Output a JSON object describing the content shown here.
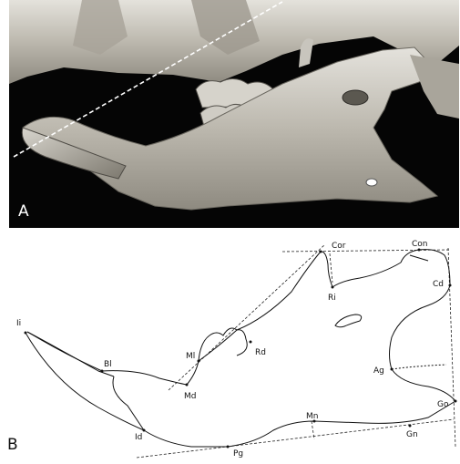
{
  "panels": {
    "a": {
      "letter": "A"
    },
    "b": {
      "letter": "B"
    }
  },
  "landmarks": [
    {
      "id": "ii",
      "label": "Ii"
    },
    {
      "id": "bi",
      "label": "Bl"
    },
    {
      "id": "id",
      "label": "Id"
    },
    {
      "id": "pg",
      "label": "Pg"
    },
    {
      "id": "mn",
      "label": "Mn"
    },
    {
      "id": "gn",
      "label": "Gn"
    },
    {
      "id": "go",
      "label": "Go"
    },
    {
      "id": "ag",
      "label": "Ag"
    },
    {
      "id": "cd",
      "label": "Cd"
    },
    {
      "id": "con",
      "label": "Con"
    },
    {
      "id": "ri",
      "label": "Ri"
    },
    {
      "id": "cor",
      "label": "Cor"
    },
    {
      "id": "ml",
      "label": "Ml"
    },
    {
      "id": "md",
      "label": "Md"
    },
    {
      "id": "rd",
      "label": "Rd"
    }
  ],
  "colors": {
    "photo_background": "#050505",
    "bone": "#c9c6be",
    "outline": "#111111"
  }
}
